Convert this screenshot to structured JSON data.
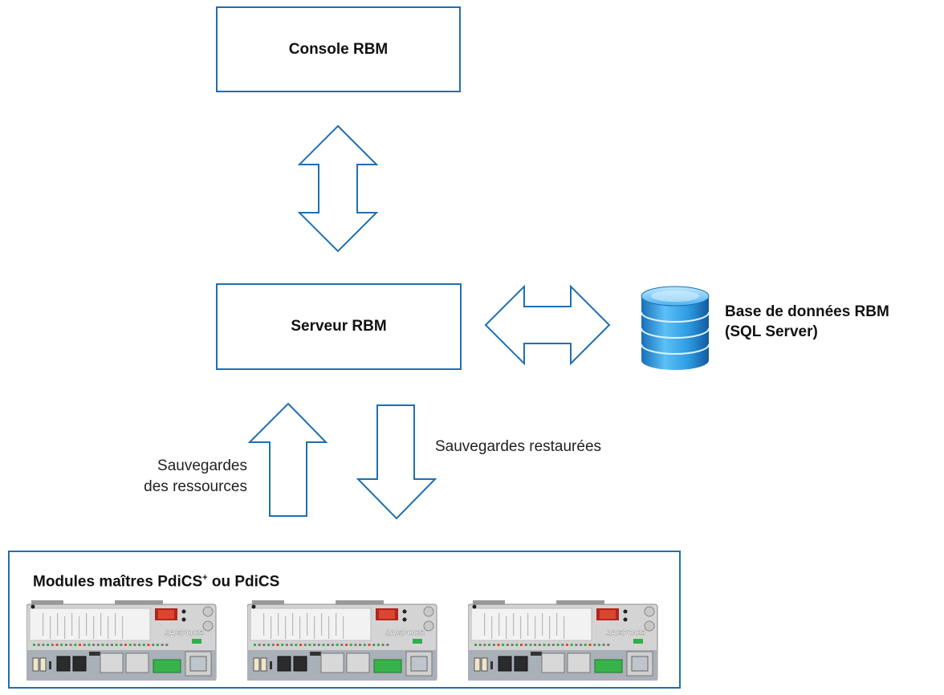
{
  "console": {
    "label": "Console RBM"
  },
  "server": {
    "label": "Serveur RBM"
  },
  "database": {
    "line1": "Base de données RBM",
    "line2": "(SQL Server)",
    "icon": "database-icon"
  },
  "flows": {
    "up_line1": "Sauvegardes",
    "up_line2": "des ressources",
    "down": "Sauvegardes restaurées"
  },
  "modules": {
    "title_part1": "Modules maîtres PdiCS",
    "title_sup": "+",
    "title_part2": " ou PdiCS",
    "brand": "JAGPOCS",
    "items": [
      {
        "name": "module-1"
      },
      {
        "name": "module-2"
      },
      {
        "name": "module-3"
      }
    ]
  },
  "colors": {
    "border": "#1f6fb2",
    "db_blue": "#2a8fd8"
  }
}
